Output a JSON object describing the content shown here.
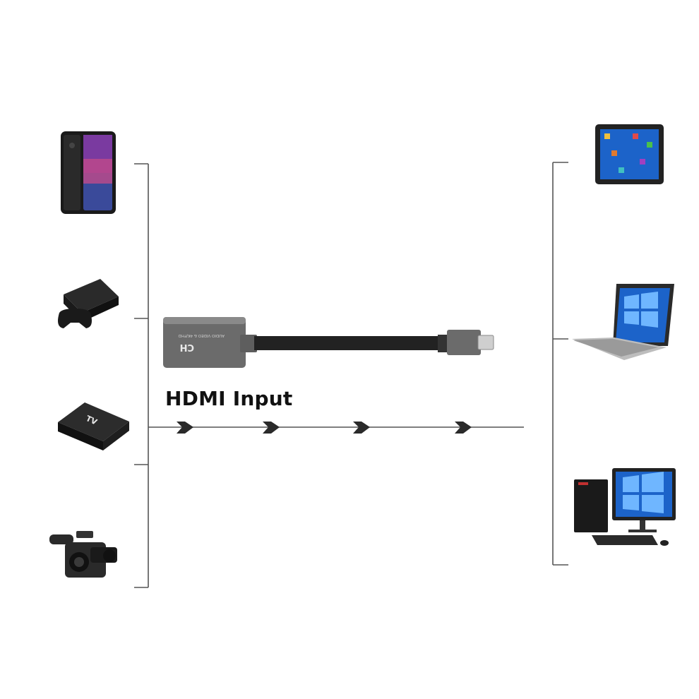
{
  "diagram": {
    "label": "HDMI Input",
    "adapter_logo": "CH",
    "adapter_small_text": "AUDIO VIDEO & 4K/FHD",
    "colors": {
      "line": "#555555",
      "arrow": "#2a2a2a",
      "adapter_body": "#6b6b6b",
      "cable": "#222222",
      "accent_screen": "#1c63c9"
    },
    "input_devices": [
      {
        "name": "smartphone",
        "icon": "smartphone-icon"
      },
      {
        "name": "game-console",
        "icon": "game-console-icon"
      },
      {
        "name": "tv-box",
        "icon": "tv-box-icon"
      },
      {
        "name": "video-camera",
        "icon": "video-camera-icon"
      }
    ],
    "output_devices": [
      {
        "name": "tablet",
        "icon": "tablet-icon"
      },
      {
        "name": "laptop",
        "icon": "laptop-icon"
      },
      {
        "name": "desktop-pc",
        "icon": "desktop-pc-icon"
      }
    ],
    "tv_box_label": "TV"
  }
}
